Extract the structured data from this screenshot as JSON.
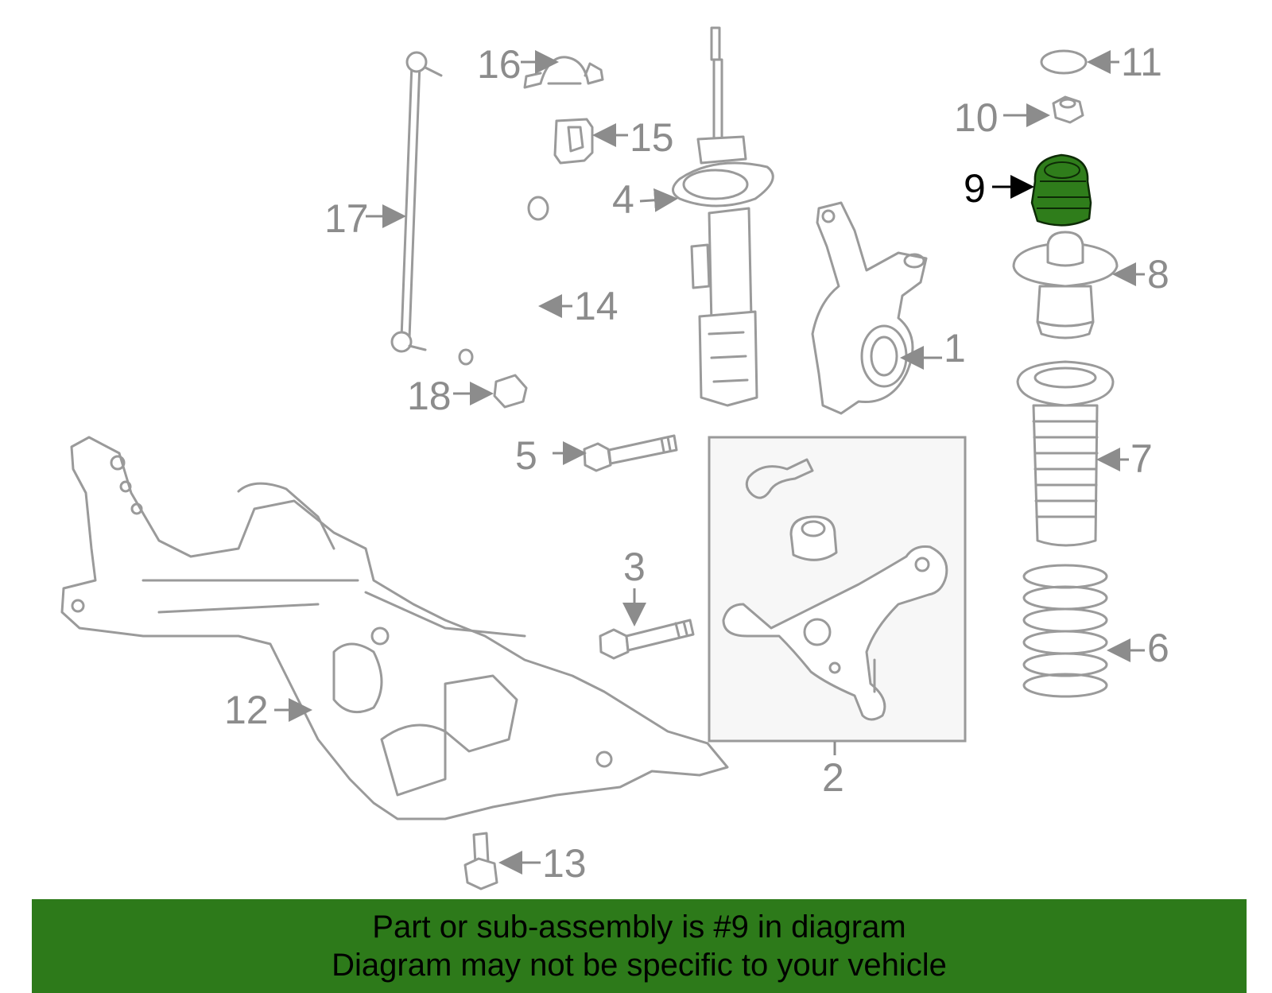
{
  "diagram": {
    "callouts": [
      {
        "id": "1",
        "label": "1"
      },
      {
        "id": "2",
        "label": "2"
      },
      {
        "id": "3",
        "label": "3"
      },
      {
        "id": "4",
        "label": "4"
      },
      {
        "id": "5",
        "label": "5"
      },
      {
        "id": "6",
        "label": "6"
      },
      {
        "id": "7",
        "label": "7"
      },
      {
        "id": "8",
        "label": "8"
      },
      {
        "id": "9",
        "label": "9"
      },
      {
        "id": "10",
        "label": "10"
      },
      {
        "id": "11",
        "label": "11"
      },
      {
        "id": "12",
        "label": "12"
      },
      {
        "id": "13",
        "label": "13"
      },
      {
        "id": "14",
        "label": "14"
      },
      {
        "id": "15",
        "label": "15"
      },
      {
        "id": "16",
        "label": "16"
      },
      {
        "id": "17",
        "label": "17"
      },
      {
        "id": "18",
        "label": "18"
      }
    ],
    "highlighted_part": "9",
    "colors": {
      "highlight": "#2f7d1b",
      "line_art": "#9a9a9a",
      "banner": "#2d7a1a"
    }
  },
  "banner": {
    "line1": "Part or sub-assembly is #9 in diagram",
    "line2": "Diagram may not be specific to your vehicle"
  }
}
